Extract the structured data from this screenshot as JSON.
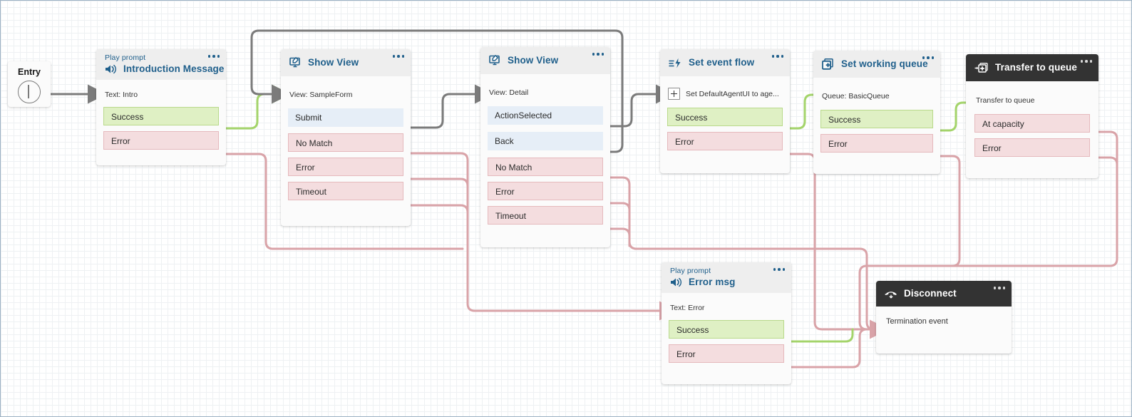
{
  "canvas": {
    "background": "#ffffff",
    "grid": true
  },
  "colors": {
    "success_fill": "#dff0c4",
    "success_stroke": "#b9d98b",
    "error_fill": "#f4dddf",
    "error_stroke": "#e5b9bd",
    "blue_fill": "#e6eef7",
    "title_blue": "#1f5f8b",
    "dark_header": "#333333",
    "edge_gray": "#7b7b7b",
    "edge_green": "#a0d468",
    "edge_pink": "#d9a3a8"
  },
  "entry": {
    "label": "Entry",
    "icon": "entry-circle-icon"
  },
  "nodes": [
    {
      "id": "introduction-message",
      "kicker": "Play prompt",
      "title": "Introduction Message",
      "icon": "speaker-icon",
      "menu": "more-options-icon",
      "subline": "Text: Intro",
      "ports": [
        {
          "label": "Success",
          "kind": "success"
        },
        {
          "label": "Error",
          "kind": "error"
        }
      ]
    },
    {
      "id": "show-view-sampleform",
      "kicker": "",
      "title": "Show View",
      "icon": "show-view-icon",
      "menu": "more-options-icon",
      "subline": "View: SampleForm",
      "ports": [
        {
          "label": "Submit",
          "kind": "blue"
        },
        {
          "label": "No Match",
          "kind": "error"
        },
        {
          "label": "Error",
          "kind": "error"
        },
        {
          "label": "Timeout",
          "kind": "error"
        }
      ]
    },
    {
      "id": "show-view-detail",
      "kicker": "",
      "title": "Show View",
      "icon": "show-view-icon",
      "menu": "more-options-icon",
      "subline": "View: Detail",
      "ports": [
        {
          "label": "ActionSelected",
          "kind": "blue"
        },
        {
          "label": "Back",
          "kind": "blue"
        },
        {
          "label": "No Match",
          "kind": "error"
        },
        {
          "label": "Error",
          "kind": "error"
        },
        {
          "label": "Timeout",
          "kind": "error"
        }
      ]
    },
    {
      "id": "set-event-flow",
      "kicker": "",
      "title": "Set event flow",
      "icon": "event-flow-icon",
      "menu": "more-options-icon",
      "subline": "Set DefaultAgentUI to age...",
      "ports": [
        {
          "label": "Success",
          "kind": "success"
        },
        {
          "label": "Error",
          "kind": "error"
        }
      ]
    },
    {
      "id": "set-working-queue",
      "kicker": "",
      "title": "Set working queue",
      "icon": "queue-plus-icon",
      "menu": "more-options-icon",
      "subline": "Queue: BasicQueue",
      "ports": [
        {
          "label": "Success",
          "kind": "success"
        },
        {
          "label": "Error",
          "kind": "error"
        }
      ]
    },
    {
      "id": "transfer-to-queue",
      "kicker": "",
      "title": "Transfer to queue",
      "icon": "transfer-queue-icon",
      "menu": "more-options-icon",
      "subline": "Transfer to queue",
      "ports": [
        {
          "label": "At capacity",
          "kind": "error"
        },
        {
          "label": "Error",
          "kind": "error"
        }
      ]
    },
    {
      "id": "error-msg",
      "kicker": "Play prompt",
      "title": "Error msg",
      "icon": "speaker-icon",
      "menu": "more-options-icon",
      "subline": "Text: Error",
      "ports": [
        {
          "label": "Success",
          "kind": "success"
        },
        {
          "label": "Error",
          "kind": "error"
        }
      ]
    },
    {
      "id": "disconnect",
      "kicker": "",
      "title": "Disconnect",
      "icon": "hangup-icon",
      "menu": "more-options-icon",
      "subline": "Termination event",
      "ports": []
    }
  ]
}
